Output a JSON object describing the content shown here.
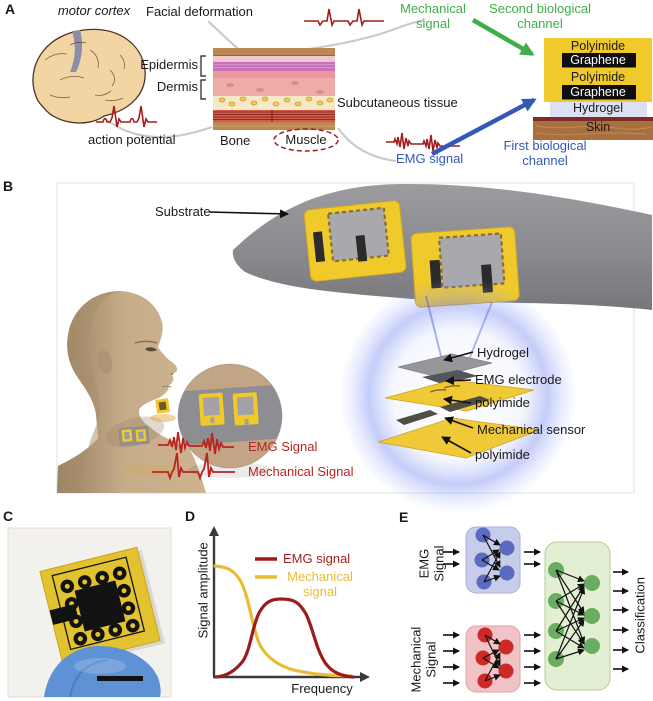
{
  "panelA": {
    "label": "A",
    "brain_caption": "motor cortex",
    "facial_deformation": "Facial deformation",
    "epidermis": "Epidermis",
    "dermis": "Dermis",
    "subcutaneous": "Subcutaneous tissue",
    "bone": "Bone",
    "muscle": "Muscle",
    "action_potential": "action potential",
    "mechanical_signal": "Mechanical signal",
    "second_channel": "Second biological channel",
    "emg_signal": "EMG signal",
    "first_channel": "First biological channel",
    "stack": [
      "Polyimide",
      "Graphene",
      "Polyimide",
      "Graphene",
      "Hydrogel",
      "Skin"
    ]
  },
  "panelB": {
    "label": "B",
    "substrate": "Substrate",
    "layers": [
      "Hydrogel",
      "EMG electrode",
      "polyimide",
      "Mechanical sensor",
      "polyimide"
    ],
    "emg_signal": "EMG Signal",
    "mechanical_signal": "Mechanical Signal"
  },
  "panelC": {
    "label": "C"
  },
  "panelD": {
    "label": "D",
    "ylabel": "Signal amplitude",
    "xlabel": "Frequency",
    "legend_emg": "EMG signal",
    "legend_mech": "Mechanical signal"
  },
  "panelE": {
    "label": "E",
    "input_emg": "EMG Signal",
    "input_mech": "Mechanical Signal",
    "output": "Classification"
  },
  "colors": {
    "signal_red": "#A21D1D",
    "green_label": "#3FAE49",
    "blue_label": "#3458B8",
    "polyimide_yellow": "#F0C92A",
    "graphene_black": "#0E0E0E",
    "hydrogel_lavender": "#DCE0F2",
    "skin_brown": "#A9703F",
    "substrate_gray": "#8E8E92",
    "emg_node_blue": "#5A6BC0",
    "mech_node_red": "#CE2926",
    "fusion_node_green": "#6BAD60"
  },
  "chart_data": {
    "type": "line",
    "title": "",
    "xlabel": "Frequency",
    "ylabel": "Signal amplitude",
    "axis_style": "arrow axes, no tick labels (conceptual sketch)",
    "legend_position": "upper right inside plot",
    "grid": false,
    "x_range_norm": [
      0,
      1
    ],
    "y_range_norm": [
      0,
      1
    ],
    "series": [
      {
        "name": "EMG signal",
        "color": "#9B1C1C",
        "shape": "band-pass",
        "x": [
          0,
          0.1,
          0.2,
          0.3,
          0.38,
          0.45,
          0.55,
          0.62,
          0.72,
          0.85,
          1.0
        ],
        "y": [
          0,
          0.01,
          0.1,
          0.45,
          0.53,
          0.545,
          0.53,
          0.45,
          0.12,
          0.01,
          0
        ]
      },
      {
        "name": "Mechanical signal",
        "color": "#E9BC34",
        "shape": "low-pass",
        "x": [
          0,
          0.1,
          0.17,
          0.25,
          0.35,
          0.5,
          0.7,
          1.0
        ],
        "y": [
          0.78,
          0.74,
          0.58,
          0.32,
          0.15,
          0.06,
          0.02,
          0.01
        ]
      }
    ]
  }
}
